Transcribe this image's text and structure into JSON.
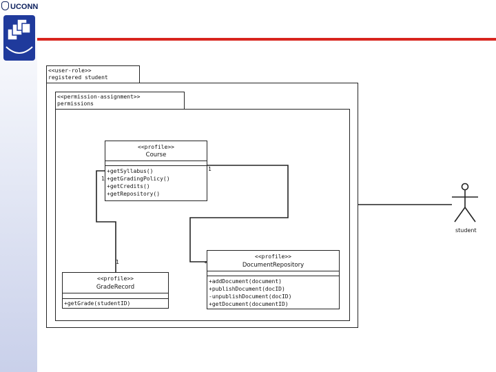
{
  "header": {
    "brand": "UCONN"
  },
  "role_box": {
    "stereotype": "<<user-role>>",
    "name": "registered student"
  },
  "perm_box": {
    "stereotype": "<<permission-assignment>>",
    "name": "permissions"
  },
  "course": {
    "stereotype": "<<profile>>",
    "name": "Course",
    "methods": [
      "+getSyllabus()",
      "+getGradingPolicy()",
      "+getCredits()",
      "+getRepository()"
    ]
  },
  "grade_record": {
    "stereotype": "<<profile>>",
    "name": "GradeRecord",
    "methods": [
      "+getGrade(studentID)"
    ]
  },
  "doc_repo": {
    "stereotype": "<<profile>>",
    "name": "DocumentRepository",
    "methods": [
      "+addDocument(document)",
      "+publishDocument(docID)",
      "-unpublishDocument(docID)",
      "+getDocument(documentID)"
    ]
  },
  "actor": {
    "name": "student"
  },
  "multiplicities": {
    "course_right": "1",
    "course_left": "1",
    "grade_top": "1",
    "repo_top": "*"
  },
  "colors": {
    "accent_line": "#d8251e",
    "logo_blue": "#1f3a9c",
    "ink": "#222222"
  }
}
